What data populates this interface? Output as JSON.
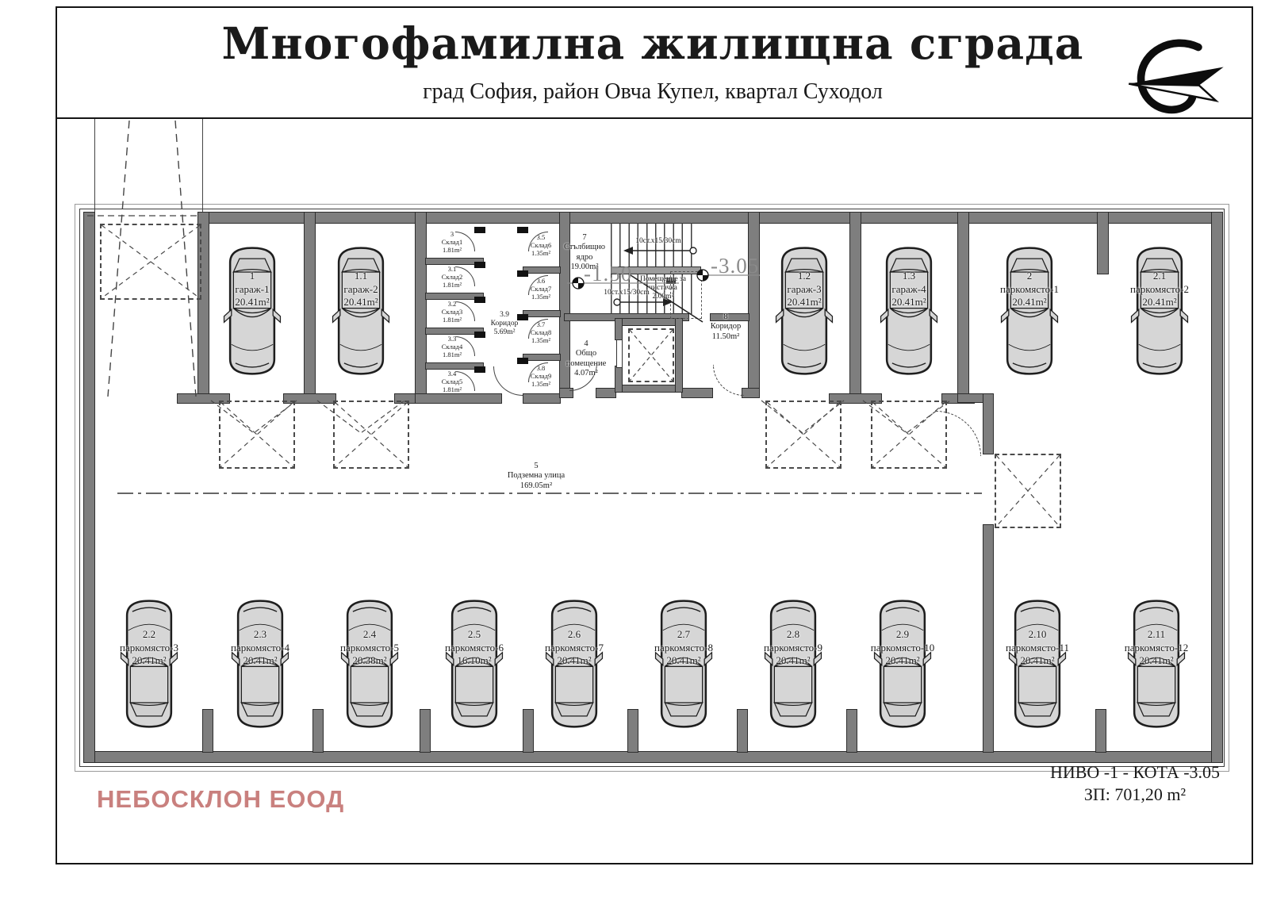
{
  "header": {
    "title": "Многофамилна жилищна сграда",
    "subtitle": "град София, район Овча Купел, квартал Суходол"
  },
  "footer": {
    "company": "НЕБОСКЛОН ЕООД",
    "level": "НИВО -1 - КОТА -3.05",
    "built_area": "ЗП: 701,20 m²"
  },
  "colors": {
    "wall": "#7e7e7e",
    "car_fill": "#d6d6d6",
    "company_text": "#c9807e",
    "elevation_text": "#8a8a8a"
  },
  "rooms": {
    "street": {
      "id": "5",
      "name": "Подземна улица",
      "area": "169.05m²"
    },
    "stair_core": {
      "id": "7",
      "name_line1": "Стълбищно",
      "name_line2": "ядро",
      "area": "19.00m²",
      "flight_label_up": "10ст.x15/30cm",
      "flight_label_down": "10ст.x15/30cm",
      "elevation_upper": "-1.50",
      "elevation_lower": "-3.05"
    },
    "cleaner_room": {
      "name_line1": "Помещение за",
      "name_line2": "чистачка",
      "area": "2.00m²"
    },
    "common_room": {
      "id": "4",
      "name_line1": "Общо",
      "name_line2": "помещение",
      "area": "4.07m²"
    },
    "corridor_main": {
      "id": "8",
      "name": "Коридор",
      "area": "11.50m²"
    },
    "corridor_storage": {
      "id": "3.9",
      "name": "Коридор",
      "area": "5.69m²"
    }
  },
  "storage_left": [
    {
      "id": "3",
      "name": "Склад1",
      "area": "1.81m²"
    },
    {
      "id": "3.1",
      "name": "Склад2",
      "area": "1.81m²"
    },
    {
      "id": "3.2",
      "name": "Склад3",
      "area": "1.81m²"
    },
    {
      "id": "3.3",
      "name": "Склад4",
      "area": "1.81m²"
    },
    {
      "id": "3.4",
      "name": "Склад5",
      "area": "1.81m²"
    }
  ],
  "storage_right": [
    {
      "id": "3.5",
      "name": "Склад6",
      "area": "1.35m²"
    },
    {
      "id": "3.6",
      "name": "Склад7",
      "area": "1.35m²"
    },
    {
      "id": "3.7",
      "name": "Склад8",
      "area": "1.35m²"
    },
    {
      "id": "3.8",
      "name": "Склад9",
      "area": "1.35m²"
    }
  ],
  "top_spots": [
    {
      "id": "1",
      "name": "гараж-1",
      "area": "20.41m²"
    },
    {
      "id": "1.1",
      "name": "гараж-2",
      "area": "20.41m²"
    },
    {
      "id": "1.2",
      "name": "гараж-3",
      "area": "20.41m²"
    },
    {
      "id": "1.3",
      "name": "гараж-4",
      "area": "20.41m²"
    },
    {
      "id": "2",
      "name": "паркомясто-1",
      "area": "20.41m²"
    },
    {
      "id": "2.1",
      "name": "паркомясто-2",
      "area": "20.41m²"
    }
  ],
  "bottom_spots": [
    {
      "id": "2.2",
      "name": "паркомясто-3",
      "area": "20.41m²"
    },
    {
      "id": "2.3",
      "name": "паркомясто-4",
      "area": "20.41m²"
    },
    {
      "id": "2.4",
      "name": "паркомясто-5",
      "area": "20.38m²"
    },
    {
      "id": "2.5",
      "name": "паркомясто-6",
      "area": "16.10m²"
    },
    {
      "id": "2.6",
      "name": "паркомясто-7",
      "area": "20.41m²"
    },
    {
      "id": "2.7",
      "name": "паркомясто-8",
      "area": "20.41m²"
    },
    {
      "id": "2.8",
      "name": "паркомясто-9",
      "area": "20.41m²"
    },
    {
      "id": "2.9",
      "name": "паркомясто-10",
      "area": "20.41m²"
    },
    {
      "id": "2.10",
      "name": "паркомясто-11",
      "area": "20.41m²"
    },
    {
      "id": "2.11",
      "name": "паркомясто-12",
      "area": "20.41m²"
    }
  ]
}
